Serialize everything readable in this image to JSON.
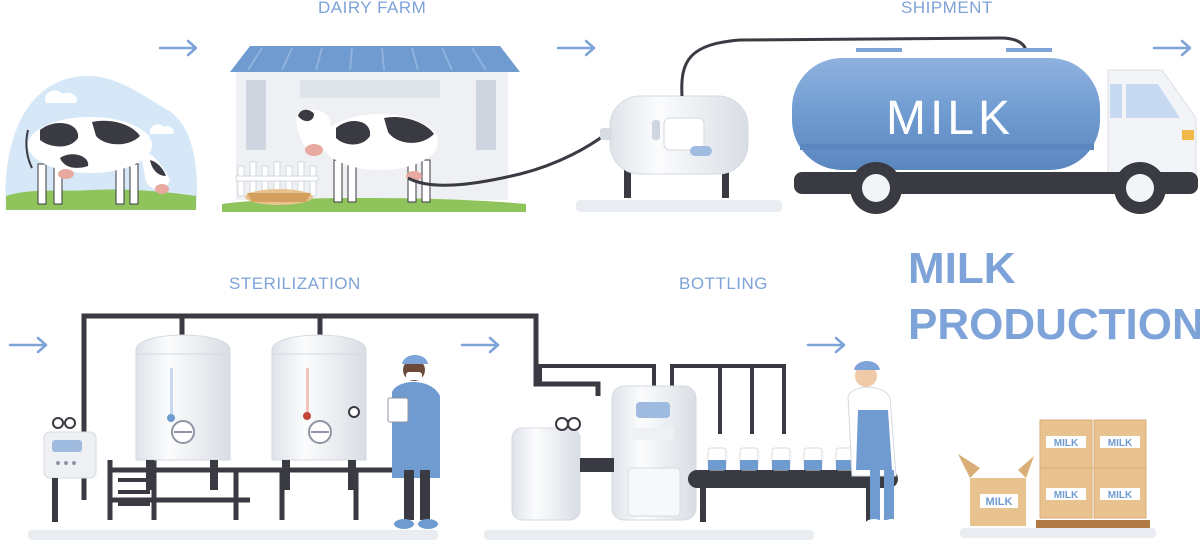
{
  "stages": {
    "dairy_farm": "DAIRY FARM",
    "shipment": "SHIPMENT",
    "sterilization": "STERILIZATION",
    "bottling": "BOTTLING"
  },
  "title": {
    "line1": "MILK",
    "line2": "PRODUCTION"
  },
  "truck": {
    "tank_label": "MILK"
  },
  "boxes": {
    "label": "MILK"
  },
  "colors": {
    "accent": "#7ea3d8",
    "tank_blue": "#6f9bd1",
    "dark": "#3a3a42",
    "grass": "#8fc45c",
    "wood": "#e9c38f",
    "steel": "#f2f4f7"
  },
  "icons": [
    "arrow-right-icon",
    "cow-icon",
    "barn-icon",
    "milk-tank-icon",
    "truck-icon",
    "sterilizer-tank-icon",
    "bottling-machine-icon",
    "worker-icon",
    "milk-box-icon"
  ]
}
